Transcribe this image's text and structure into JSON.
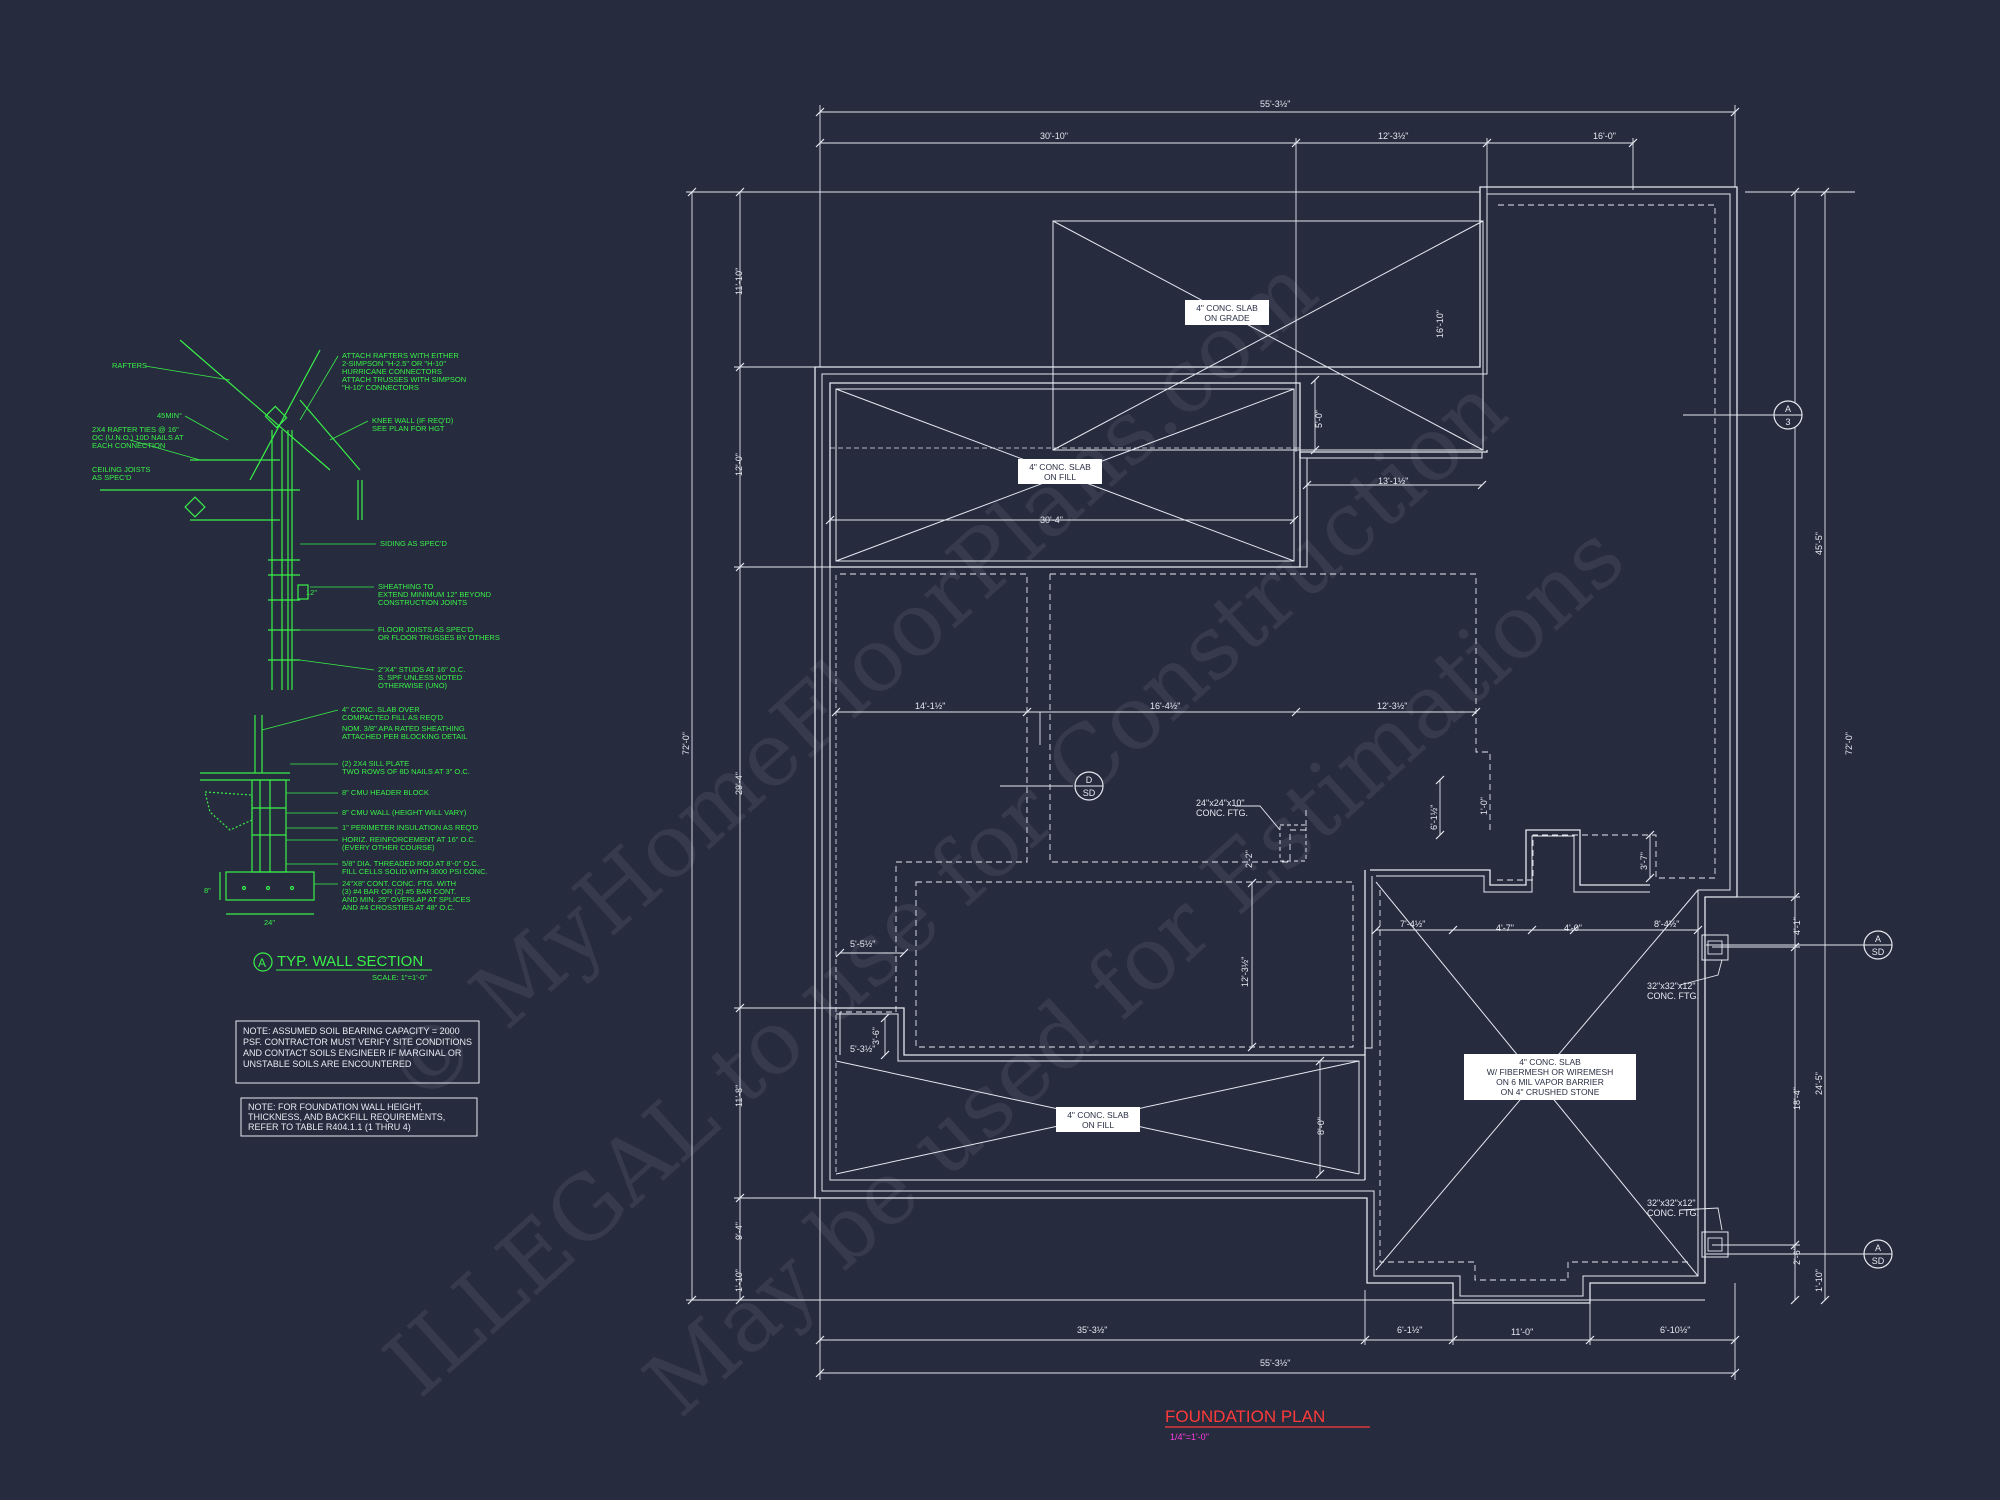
{
  "drawing": {
    "title": "FOUNDATION PLAN",
    "scale": "1/4\"=1'-0\"",
    "colors": {
      "background": "#262b3e",
      "linework": "#e6e9f0",
      "detail": "#39f048",
      "title": "#ff3a3a",
      "scale": "#ff3ae0"
    }
  },
  "watermark": {
    "line1": "© MyHomeFloorPlans.com",
    "line2": "ILLEGAL to use for Construction",
    "line3": "May be used for Estimations"
  },
  "wall_section": {
    "title": "TYP. WALL SECTION",
    "marker": "A",
    "scale": "SCALE: 1\"=1'-0\"",
    "notes_left": [
      "RAFTERS",
      "45MIN°",
      "2x4 RAFTER TIES @ 16\"",
      "OC (U.N.O.) 10d NAILS AT",
      "EACH CONNECTION",
      "CEILING JOISTS",
      "AS SPEC'D"
    ],
    "notes_right": [
      "ATTACH RAFTERS WITH EITHER",
      "2-SIMPSON \"H-2.5\" OR \"H-10\"",
      "HURRICANE CONNECTORS",
      "ATTACH TRUSSES WITH SIMPSON",
      "\"H-10\" CONNECTORS",
      "KNEE WALL (IF REQ'D)",
      "SEE PLAN FOR HGT",
      "SIDING AS SPEC'D",
      "SHEATHING TO",
      "EXTEND MINIMUM 12\" BEYOND",
      "CONSTRUCTION JOINTS",
      "FLOOR JOISTS AS SPEC'D",
      "OR FLOOR TRUSSES BY OTHERS",
      "2\"x4\" STUDS AT 16\" O.C.",
      "S. SPF UNLESS NOTED",
      "OTHERWISE (UNO)",
      "4\" CONC. SLAB OVER",
      "COMPACTED FILL AS REQ'D",
      "NOM. 3/8\" APA RATED SHEATHING",
      "ATTACHED PER BLOCKING DETAIL",
      "(2) 2x4 SILL PLATE",
      "TWO ROWS OF 8d NAILS AT 3\" O.C.",
      "8\" CMU HEADER BLOCK",
      "8\" CMU WALL (HEIGHT WILL VARY)",
      "1\" PERIMETER INSULATION AS REQ'D",
      "HORIZ. REINFORCEMENT AT 16\" O.C.",
      "(EVERY OTHER COURSE)",
      "5/8\" DIA. THREADED ROD AT 8'-0\" O.C.",
      "FILL CELLS SOLID WITH 3000 PSI CONC.",
      "24\"x8\" CONT. CONC. FTG. WITH",
      "(3) #4 BAR OR (2) #5 BAR CONT.",
      "AND MIN. 25\" OVERLAP AT SPLICES",
      "AND #4 CROSSTIES AT 48\" O.C."
    ],
    "dim_width": "24\"",
    "dim_height": "8\"",
    "dim_small": "12\""
  },
  "notes": {
    "soil": [
      "NOTE: ASSUMED SOIL BEARING CAPACITY = 2000",
      "PSF. CONTRACTOR MUST VERIFY SITE CONDITIONS",
      "AND CONTACT SOILS ENGINEER IF MARGINAL OR",
      "UNSTABLE SOILS ARE ENCOUNTERED"
    ],
    "foundation": [
      "NOTE: FOR FOUNDATION WALL HEIGHT,",
      "THICKNESS, AND BACKFILL REQUIREMENTS,",
      "REFER TO TABLE R404.1.1 (1 THRU 4)"
    ]
  },
  "plan": {
    "slab_labels": [
      [
        "4\" CONC. SLAB",
        "ON GRADE"
      ],
      [
        "4\" CONC. SLAB",
        "ON FILL"
      ],
      [
        "4\" CONC. SLAB",
        "ON FILL"
      ],
      [
        "4\" CONC. SLAB",
        "w/ FIBERMESH OR WIREMESH",
        "ON 6 MIL VAPOR BARRIER",
        "ON 4\" CRUSHED STONE"
      ]
    ],
    "footing_labels": [
      [
        "24\"x24\"x10\"",
        "CONC. FTG."
      ],
      [
        "32\"x32\"x12\"",
        "CONC. FTG."
      ],
      [
        "32\"x32\"x12\"",
        "CONC. FTG."
      ]
    ],
    "section_markers": [
      {
        "top": "A",
        "bottom": "3"
      },
      {
        "top": "D",
        "bottom": "SD"
      },
      {
        "top": "A",
        "bottom": "SD"
      },
      {
        "top": "A",
        "bottom": "SD"
      }
    ],
    "dims_top": [
      "55'-3½\"",
      "30'-10\"",
      "12'-3½\"",
      "16'-0\""
    ],
    "dims_bottom": [
      "55'-3½\"",
      "35'-3½\"",
      "6'-1½\"",
      "11'-0\"",
      "6'-10½\""
    ],
    "dims_left": [
      "72'-0\"",
      "11'-10\"",
      "12'-0\"",
      "29'-4\"",
      "11'-8\"",
      "9'-4\"",
      "1'-10\""
    ],
    "dims_right": [
      "72'-0\"",
      "45'-5\"",
      "24'-5\"",
      "4'-1\"",
      "18'-4\"",
      "2'-6\"",
      "1'-10\""
    ],
    "dims_interior": [
      "30'-4\"",
      "13'-1½\"",
      "16'-10\"",
      "5'-0\"",
      "14'-1½\"",
      "16'-4½\"",
      "12'-3½\"",
      "6'-1½\"",
      "3'-7\"",
      "2'-2\"",
      "12'-3½\"",
      "7'-4½\"",
      "4'-7\"",
      "4'-0\"",
      "8'-4½\"",
      "3'-6\"",
      "8'-0\"",
      "5'-5½\"",
      "5'-3½\"",
      "1'-0\""
    ]
  }
}
